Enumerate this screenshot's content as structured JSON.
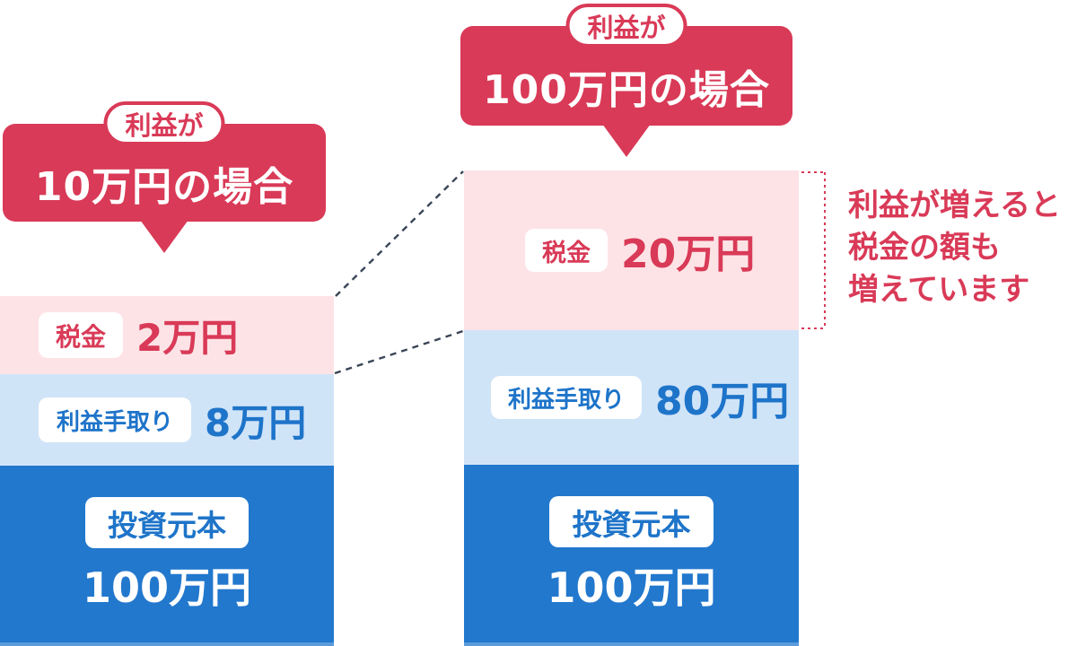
{
  "colors": {
    "accent_red": "#d93a57",
    "pink_bg": "#fde3e6",
    "light_blue_bg": "#d0e4f8",
    "blue_bg": "#2278cd",
    "blue_bottom_edge": "#5b9bdb",
    "blue_text": "#1e74c9",
    "connector_line": "#3a4557",
    "white": "#ffffff"
  },
  "left_case": {
    "bubble_tag": "利益が",
    "bubble_title": "10万円の場合",
    "segments": {
      "tax": {
        "label": "税金",
        "value": "2万円"
      },
      "net": {
        "label": "利益手取り",
        "value": "8万円"
      },
      "principal": {
        "label": "投資元本",
        "value": "100万円"
      }
    }
  },
  "right_case": {
    "bubble_tag": "利益が",
    "bubble_title": "100万円の場合",
    "segments": {
      "tax": {
        "label": "税金",
        "value": "20万円"
      },
      "net": {
        "label": "利益手取り",
        "value": "80万円"
      },
      "principal": {
        "label": "投資元本",
        "value": "100万円"
      }
    }
  },
  "annotation": {
    "line1": "利益が増えると",
    "line2": "税金の額も",
    "line3": "増えています"
  }
}
